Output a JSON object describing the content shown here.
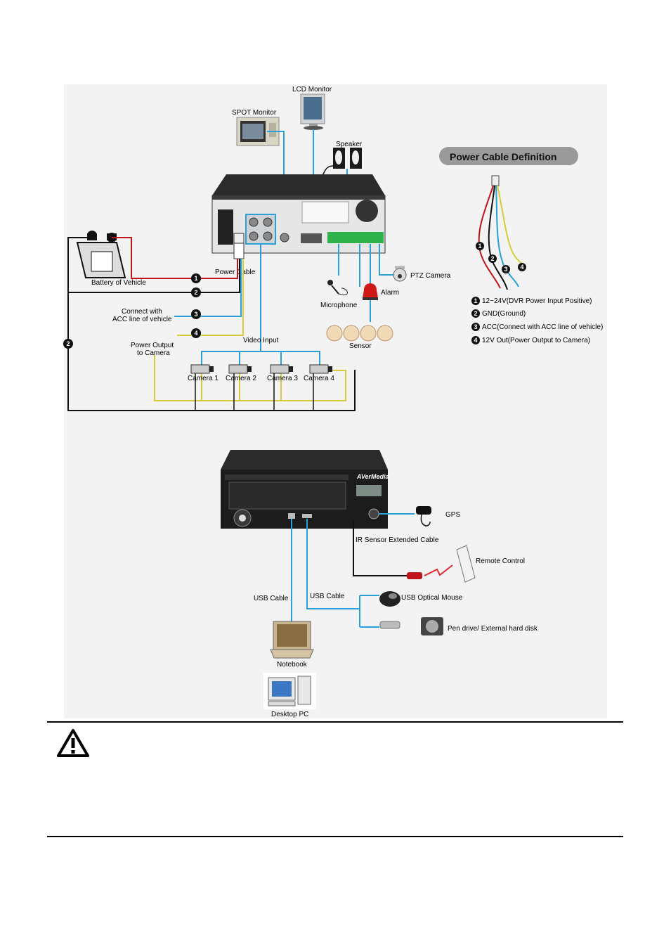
{
  "labels": {
    "lcd_monitor": "LCD Monitor",
    "spot_monitor": "SPOT Monitor",
    "speaker": "Speaker",
    "power_cable_definition": "Power Cable Definition",
    "power_cable": "Power Cable",
    "battery": "Battery of Vehicle",
    "connect_with_1": "Connect with",
    "connect_with_2": "ACC line of vehicle",
    "power_output_1": "Power Output",
    "power_output_2": "to Camera",
    "video_input": "Video Input",
    "camera1": "Camera 1",
    "camera2": "Camera 2",
    "camera3": "Camera 3",
    "camera4": "Camera 4",
    "microphone": "Microphone",
    "alarm": "Alarm",
    "ptz_camera": "PTZ Camera",
    "sensor": "Sensor",
    "gps": "GPS",
    "ir_cable": "IR Sensor Extended Cable",
    "remote_control": "Remote Control",
    "usb_cable_left": "USB Cable",
    "usb_cable_right": "USB Cable",
    "usb_mouse": "USB Optical Mouse",
    "pen_drive": "Pen drive/ External hard disk",
    "notebook": "Notebook",
    "desktop_pc": "Desktop PC",
    "brand": "AVerMedia"
  },
  "legend": [
    {
      "num": "1",
      "text": "12~24V(DVR Power Input Positive)"
    },
    {
      "num": "2",
      "text": "GND(Ground)"
    },
    {
      "num": "3",
      "text": "ACC(Connect with ACC line of vehicle)"
    },
    {
      "num": "4",
      "text": "12V Out(Power Output to Camera)"
    }
  ],
  "markers": {
    "one": "1",
    "two": "2",
    "three": "3",
    "four": "4"
  },
  "colors": {
    "video_line": "#2a9fd8",
    "power_red": "#c0141c",
    "ground_black": "#111111",
    "acc_blue": "#2a9fd8",
    "out_yellow": "#d6cc3a",
    "panel_bg": "#f2f2f2",
    "dvr_body": "#1c1c1c"
  },
  "icons": {
    "warning": "warning-triangle-icon"
  }
}
